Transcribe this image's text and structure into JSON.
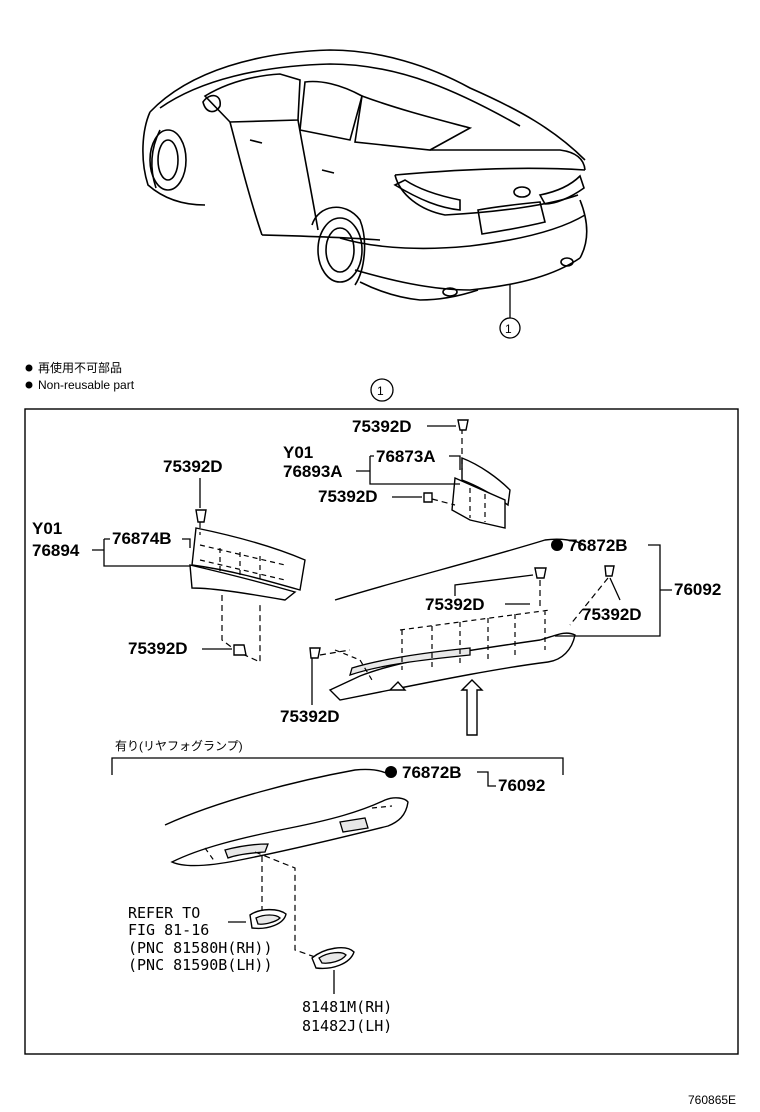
{
  "callout": {
    "number": "1"
  },
  "legend": {
    "jp": "再使用不可部品",
    "en": "Non-reusable part"
  },
  "labels": {
    "p75392d_top": "75392D",
    "y01_right": "Y01",
    "p76893a": "76893A",
    "p76873a": "76873A",
    "p75392d_mid": "75392D",
    "p75392d_left_top": "75392D",
    "y01_left": "Y01",
    "p76894": "76894",
    "p76874b": "76874B",
    "p76872b_a": "76872B",
    "p76092_a": "76092",
    "p75392d_center": "75392D",
    "p75392d_right": "75392D",
    "p75392d_left_bottom": "75392D",
    "p75392d_bottom": "75392D",
    "option_note": "有り(リヤフォグランプ)",
    "p76872b_b": "76872B",
    "p76092_b": "76092",
    "refer_1": "REFER TO",
    "refer_2": "FIG 81-16",
    "refer_3": "(PNC 81580H(RH))",
    "refer_4": "(PNC 81590B(LH))",
    "p81481m": "81481M(RH)",
    "p81482j": "81482J(LH)",
    "figure_id": "760865E"
  }
}
